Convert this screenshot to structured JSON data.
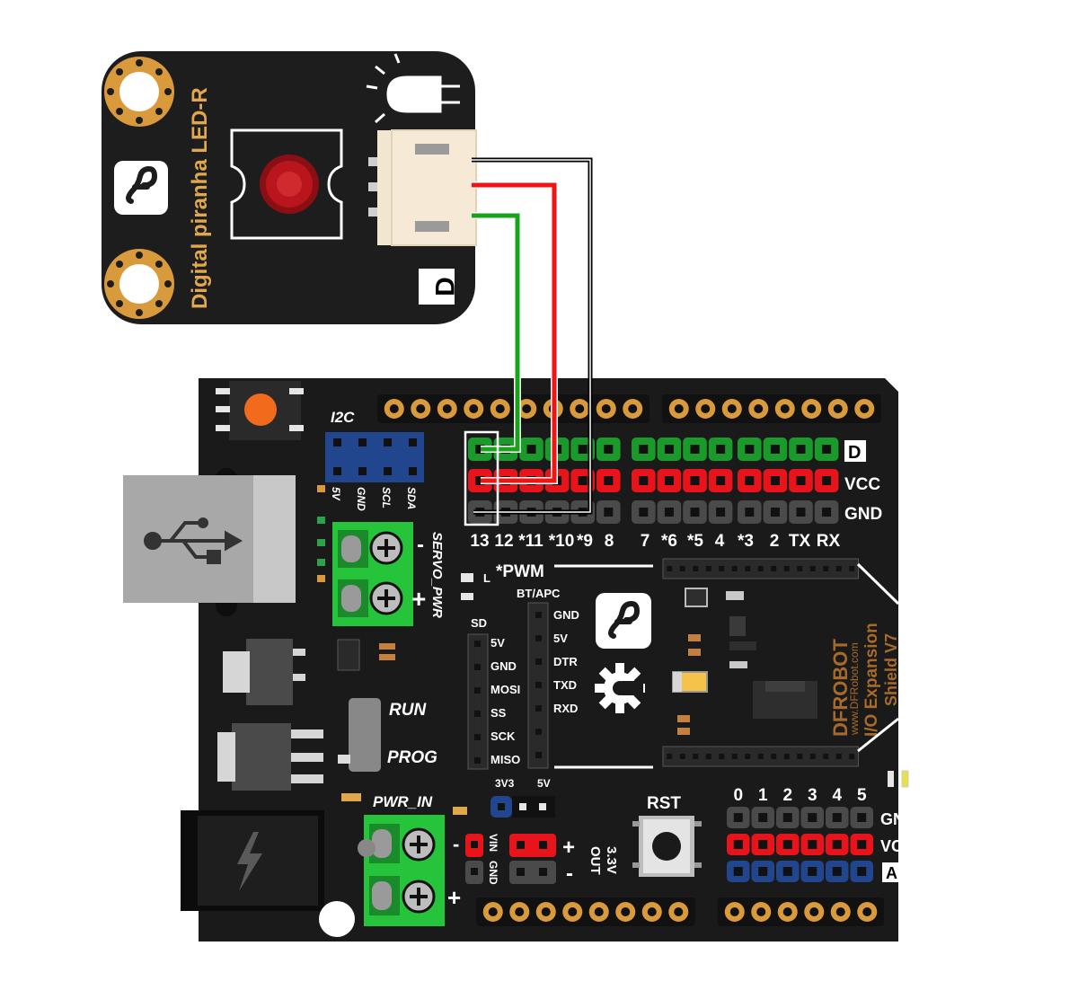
{
  "led_module": {
    "name": "Digital piranha LED-R",
    "type_badge": "D",
    "colors": {
      "board": "#1d1d1d",
      "led": "#b8161c",
      "gold": "#d99a3c"
    }
  },
  "wires": [
    {
      "name": "signal",
      "color": "#1aa31a"
    },
    {
      "name": "vcc",
      "color": "#f01414"
    },
    {
      "name": "gnd",
      "color": "#000000"
    }
  ],
  "shield": {
    "brand": "DFROBOT",
    "url": "www.DFRobot.com",
    "model": "I/O Expansion",
    "version": "Shield V7",
    "i2c_label": "I2C",
    "i2c_pins": [
      "5V",
      "GND",
      "SCL",
      "SDA"
    ],
    "servo_power_label": "SERVO_PWR",
    "plus": "+",
    "minus": "-",
    "row_labels": {
      "d": "D",
      "vcc": "VCC",
      "gnd": "GND"
    },
    "digital_pins": [
      "13",
      "12",
      "*11",
      "*10",
      "*9",
      "8",
      "7",
      "*6",
      "*5",
      "4",
      "*3",
      "2",
      "TX",
      "RX"
    ],
    "pwm_label": "*PWM",
    "led_l_label": "L",
    "bt_label": "BT/APC",
    "bt_pins": [
      "GND",
      "5V",
      "DTR",
      "TXD",
      "RXD"
    ],
    "sd_label": "SD",
    "sd_pins": [
      "5V",
      "GND",
      "MOSI",
      "SS",
      "SCK",
      "MISO"
    ],
    "switch_labels": {
      "run": "RUN",
      "prog": "PROG"
    },
    "pwr_in_label": "PWR_IN",
    "jumper_labels": {
      "v33": "3V3",
      "v5": "5V"
    },
    "vin_label": "VIN",
    "gnd_label": "GND",
    "out_label": "3.3V\nOUT",
    "out_line1": "3.3V",
    "out_line2": "OUT",
    "rst_label": "RST",
    "analog_pins": [
      "0",
      "1",
      "2",
      "3",
      "4",
      "5"
    ],
    "analog_row_labels": {
      "gnd": "GND",
      "vcc": "VCC",
      "a": "A"
    },
    "colors": {
      "board": "#1a1a1a",
      "header_green": "#1a9a2a",
      "header_red": "#e8141c",
      "header_gray": "#4a4a4a",
      "header_blue": "#22468e",
      "terminal_green": "#25c43a",
      "gold": "#d99a3c"
    }
  }
}
